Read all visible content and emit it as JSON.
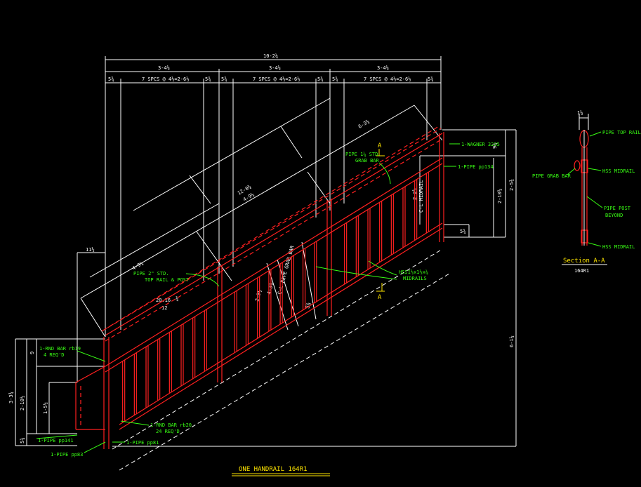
{
  "dims": {
    "overall": "10-2¼",
    "span1": "3-4½",
    "span2": "3-4½",
    "span3": "3-4½",
    "end_l1": "5¾",
    "end_r1": "5¾",
    "end_l2": "5¾",
    "end_r2": "5¾",
    "end_l3": "5¾",
    "end_r3": "5¾",
    "spcs1": "7 SPCS @ 4½=2-6½",
    "spcs2": "7 SPCS @ 4½=2-6½",
    "spcs3": "7 SPCS @ 4½=2-6½",
    "slope_top": "6-3¾",
    "slope_mid": "12-0¾",
    "slope_mid2": "4-9¼",
    "slope_left": "4-9¼",
    "left_top": "11½",
    "slope_ratio_a": "20.16",
    "slope_ratio_b": "12",
    "slope_tag": "¾",
    "right_top": "9¾",
    "right_a": "2-5¾",
    "right_b": "2-10½",
    "right_c": "5¾",
    "right_far": "6-1¼",
    "left_a": "9",
    "left_b": "1-5½",
    "left_c": "2-10½",
    "left_d": "3-3¾",
    "left_e": "5¾",
    "mid_a": "2-2½",
    "mid_b": "5¾",
    "inclined_text": "C-L PIPE GRAB BAR",
    "inclined_text2": "C-L MIDRAIL",
    "mid_dim_c": "4-3¾",
    "mid_dim_d": "2-9½",
    "mid_dim_e": "5¾"
  },
  "labels": {
    "grab_bar": [
      "PIPE 1¼ STD.",
      "GRAB BAR"
    ],
    "top_rail": [
      "PIPE 2\" STD.",
      "TOP RAIL & POST"
    ],
    "hss": [
      "HSS1½x1½x¼",
      "MIDRAILS"
    ],
    "wagner": "1-WAGNER 3235",
    "pipe_pp134": "1-PIPE pp134",
    "rnd_bar_rb19": [
      "1-RND BAR rb19",
      "4 REQ'D"
    ],
    "rnd_bar_rb20": [
      "1-RND BAR rb20",
      "24 REQ'D"
    ],
    "pipe_pp141": "1-PIPE pp141",
    "pipe_pp83": "1-PIPE pp83",
    "pipe_pp81": "1-PIPE pp81",
    "section_a": "A",
    "section_a2": "A"
  },
  "section": {
    "dim_top": "1½",
    "pipe_top_rail": "PIPE TOP RAIL",
    "hss_midrail": "HSS MIDRAIL",
    "pipe_grab_bar": "PIPE GRAB BAR",
    "pipe_post": [
      "PIPE POST",
      "BEYOND"
    ],
    "hss_midrail2": "HSS MIDRAIL",
    "title": "Section A-A",
    "ref": "164R1"
  },
  "title": "ONE HANDRAIL 164R1"
}
